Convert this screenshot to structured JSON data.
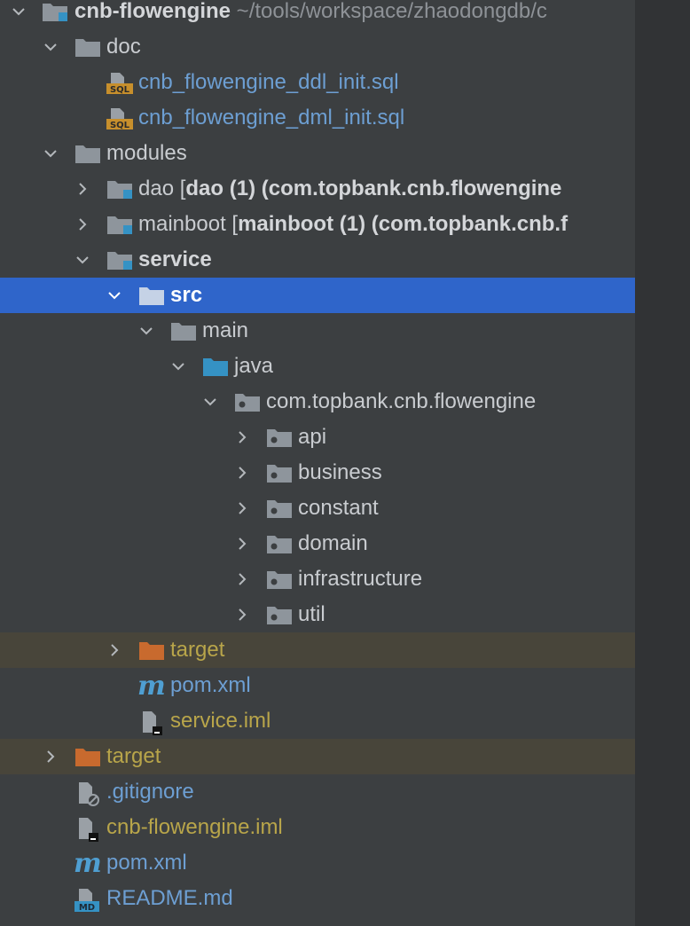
{
  "colors": {
    "background": "#3c3f41",
    "selection": "#2f65ca",
    "excluded_row": "#48453a",
    "folder_grey": "#8e959c",
    "folder_blue": "#3592c4",
    "folder_orange": "#c86a2e",
    "text": "#c9ccd0",
    "link_text": "#6d9fd3",
    "excluded_text": "#b8a54a"
  },
  "tree": {
    "root": {
      "name": "cnb-flowengine",
      "path": "~/tools/workspace/zhaodongdb/c",
      "icon": "module-folder-icon"
    },
    "doc": {
      "name": "doc",
      "icon": "folder-icon"
    },
    "ddl_sql": {
      "name": "cnb_flowengine_ddl_init.sql",
      "icon": "sql-file-icon"
    },
    "dml_sql": {
      "name": "cnb_flowengine_dml_init.sql",
      "icon": "sql-file-icon"
    },
    "modules": {
      "name": "modules",
      "icon": "folder-icon"
    },
    "dao": {
      "name": "dao",
      "bracket": " [",
      "detail": "dao (1) (com.topbank.cnb.flowengine",
      "icon": "module-folder-icon"
    },
    "mainboot": {
      "name": "mainboot",
      "bracket": " [",
      "detail": "mainboot (1) (com.topbank.cnb.f",
      "icon": "module-folder-icon"
    },
    "service": {
      "name": "service",
      "icon": "module-folder-icon"
    },
    "src": {
      "name": "src",
      "icon": "folder-icon"
    },
    "main": {
      "name": "main",
      "icon": "folder-icon"
    },
    "java": {
      "name": "java",
      "icon": "source-folder-icon"
    },
    "package": {
      "name": "com.topbank.cnb.flowengine",
      "icon": "package-icon"
    },
    "packages": [
      {
        "name": "api"
      },
      {
        "name": "business"
      },
      {
        "name": "constant"
      },
      {
        "name": "domain"
      },
      {
        "name": "infrastructure"
      },
      {
        "name": "util"
      }
    ],
    "service_target": {
      "name": "target",
      "icon": "excluded-folder-icon"
    },
    "service_pom": {
      "name": "pom.xml",
      "icon": "maven-icon",
      "glyph": "m"
    },
    "service_iml": {
      "name": "service.iml",
      "icon": "iml-file-icon"
    },
    "root_target": {
      "name": "target",
      "icon": "excluded-folder-icon"
    },
    "gitignore": {
      "name": ".gitignore",
      "icon": "ignore-file-icon"
    },
    "root_iml": {
      "name": "cnb-flowengine.iml",
      "icon": "iml-file-icon"
    },
    "root_pom": {
      "name": "pom.xml",
      "icon": "maven-icon",
      "glyph": "m"
    },
    "readme": {
      "name": "README.md",
      "icon": "markdown-file-icon"
    }
  }
}
